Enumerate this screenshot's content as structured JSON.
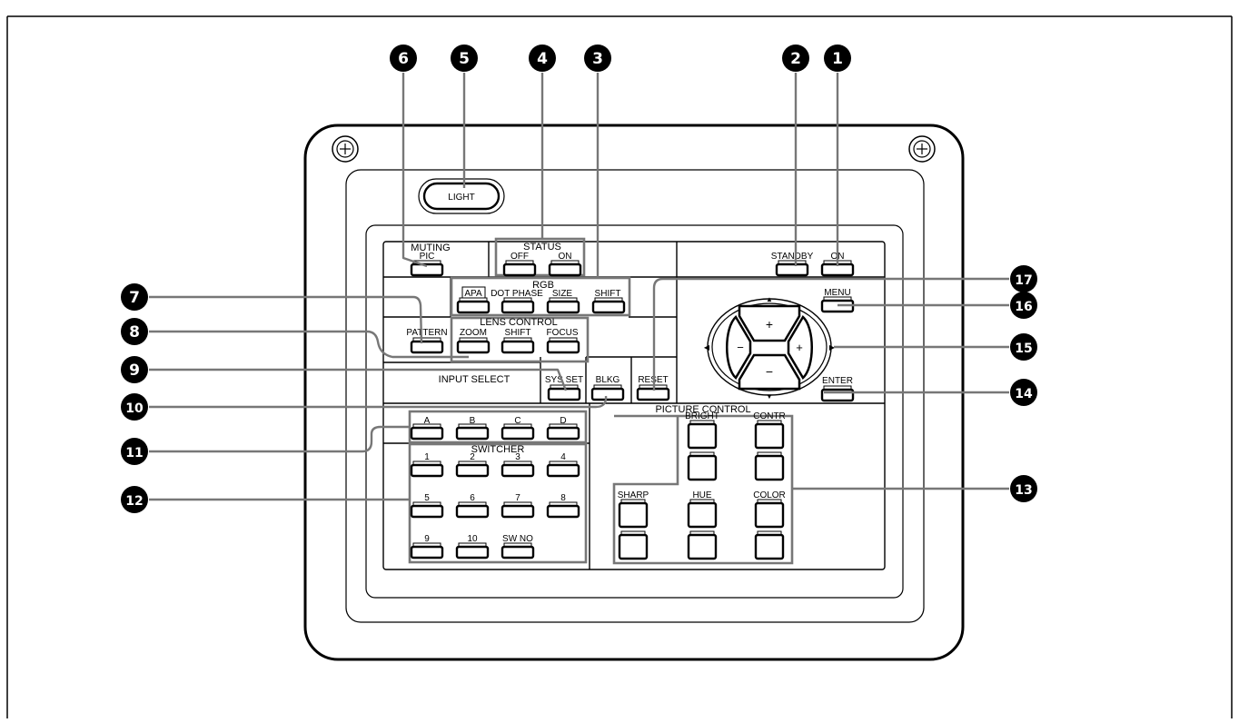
{
  "device": {
    "light_button": "LIGHT",
    "muting_section": "MUTING",
    "pic_button": "PIC",
    "status_section": "STATUS",
    "status_off": "OFF",
    "status_on": "ON",
    "standby_button": "STANDBY",
    "power_on_button": "ON",
    "rgb_section": "RGB",
    "apa_button": "APA",
    "dot_phase_button": "DOT PHASE",
    "size_button": "SIZE",
    "rgb_shift_button": "SHIFT",
    "pattern_button": "PATTERN",
    "lens_control_section": "LENS CONTROL",
    "zoom_button": "ZOOM",
    "lens_shift_button": "SHIFT",
    "focus_button": "FOCUS",
    "input_select_label": "INPUT SELECT",
    "sys_set_button": "SYS SET",
    "blkg_button": "BLKG",
    "reset_button": "RESET",
    "menu_button": "MENU",
    "enter_button": "ENTER",
    "input_buttons": [
      "A",
      "B",
      "C",
      "D"
    ],
    "switcher_section": "SWITCHER",
    "switcher_buttons": [
      "1",
      "2",
      "3",
      "4",
      "5",
      "6",
      "7",
      "8",
      "9",
      "10",
      "SW NO"
    ],
    "picture_control_section": "PICTURE CONTROL",
    "bright_label": "BRIGHT",
    "contr_label": "CONTR",
    "sharp_label": "SHARP",
    "hue_label": "HUE",
    "color_label": "COLOR",
    "arrow_plus": "+",
    "arrow_minus": "−"
  },
  "callouts": [
    "1",
    "2",
    "3",
    "4",
    "5",
    "6",
    "7",
    "8",
    "9",
    "10",
    "11",
    "12",
    "13",
    "14",
    "15",
    "16",
    "17"
  ]
}
